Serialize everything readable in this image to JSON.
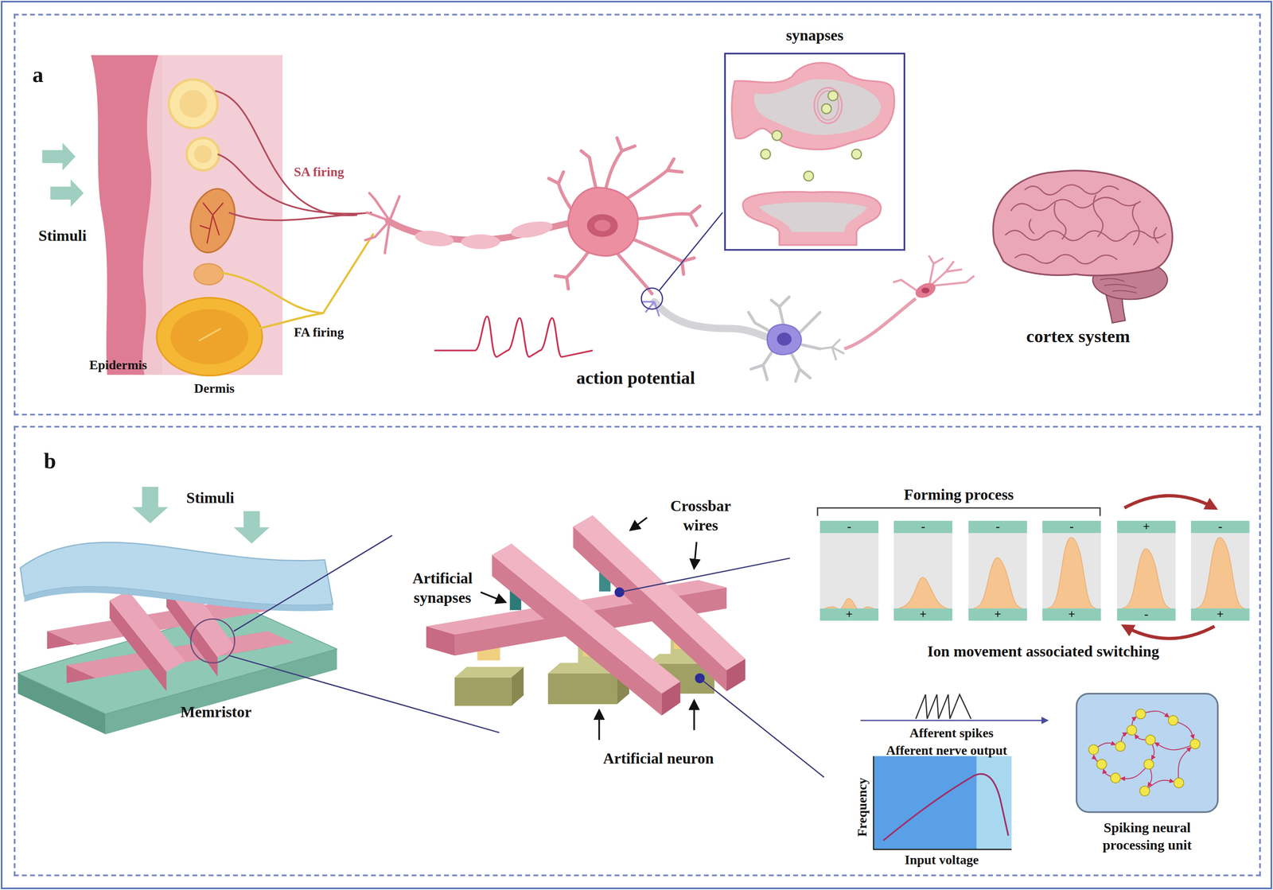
{
  "diagram": {
    "nodes": [
      {
        "text": [
          "a"
        ]
      },
      {
        "text": [
          "synapses"
        ],
        "in": 0
      },
      {
        "text": [
          "b"
        ]
      },
      {
        "text": [
          "-",
          "+"
        ],
        "in": 2
      },
      {
        "text": [
          "-",
          "+"
        ],
        "in": 2
      },
      {
        "text": [
          "-",
          "+"
        ],
        "in": 2
      },
      {
        "text": [
          "-",
          "+"
        ],
        "in": 2
      },
      {
        "text": [
          "+",
          "-"
        ],
        "in": 2
      },
      {
        "text": [
          "-",
          "+"
        ],
        "in": 2
      },
      {
        "text": [
          "Spiking neural processing unit"
        ],
        "in": 2
      }
    ],
    "labels": [
      "Stimuli",
      "SA firing",
      "FA firing",
      "Epidermis",
      "Dermis",
      "action potential",
      "cortex system",
      "Stimuli",
      "Memristor",
      "Crossbar wires",
      "Artificial synapses",
      "Artificial neuron",
      "Forming process",
      "Ion movement associated switching",
      "Afferent spikes",
      "Afferent nerve output",
      "Frequency",
      "Input voltage"
    ]
  }
}
